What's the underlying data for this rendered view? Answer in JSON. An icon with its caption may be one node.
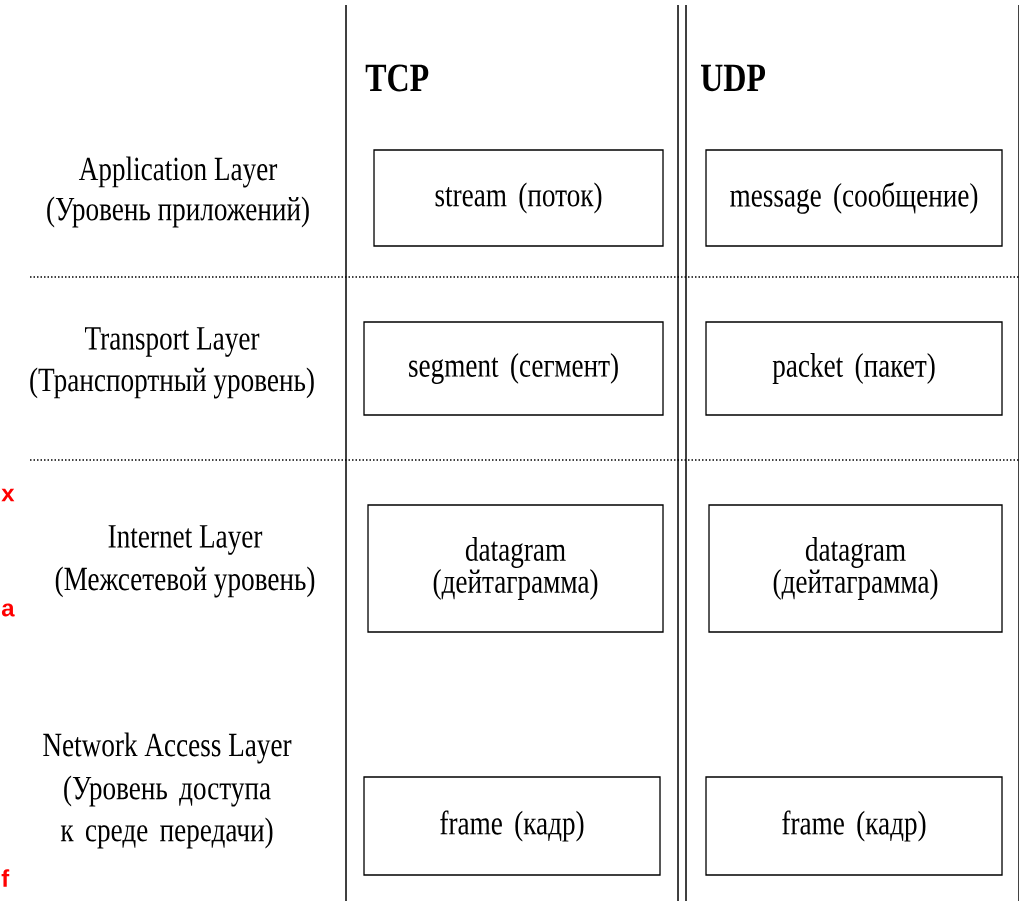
{
  "diagram": {
    "nodes": [
      {
        "text": [
          "TCP"
        ]
      },
      {
        "text": [
          "UDP"
        ]
      },
      {
        "text": [
          "stream (поток)"
        ],
        "in": 0
      },
      {
        "text": [
          "message (сообщение)"
        ],
        "in": 1
      },
      {
        "text": [
          "segment (сегмент)"
        ],
        "in": 0
      },
      {
        "text": [
          "packet (пакет)"
        ],
        "in": 1
      },
      {
        "text": [
          "datagram (дейтаграмма)"
        ],
        "in": 0
      },
      {
        "text": [
          "datagram (дейтаграмма)"
        ],
        "in": 1
      },
      {
        "text": [
          "frame (кадр)"
        ],
        "in": 0
      },
      {
        "text": [
          "frame (кадр)"
        ],
        "in": 1
      }
    ],
    "labels": [
      "Application Layer",
      "(Уровень приложений)",
      "Transport Layer",
      "(Транспортный уровень)",
      "х",
      "Internet Layer",
      "(Межсетевой уровень)",
      "а",
      "Network Access Layer",
      "(Уровень доступа к среде передачи)",
      "f"
    ]
  }
}
